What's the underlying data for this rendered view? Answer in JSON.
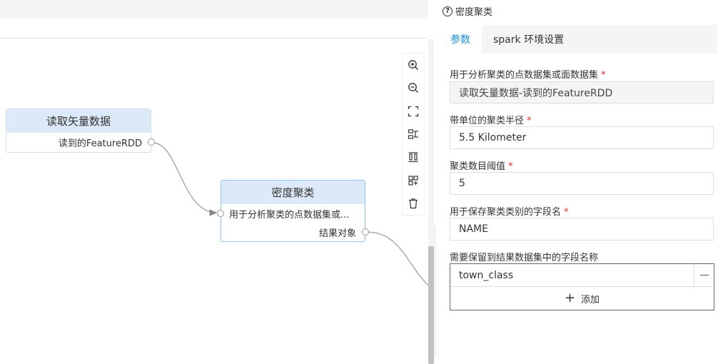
{
  "canvas": {
    "nodes": {
      "read": {
        "title": "读取矢量数据",
        "output_label": "读到的FeatureRDD"
      },
      "cluster": {
        "title": "密度聚类",
        "input_label": "用于分析聚类的点数据集或...",
        "output_label": "结果对象"
      }
    },
    "toolbar": [
      {
        "name": "zoom-in-icon"
      },
      {
        "name": "zoom-out-icon"
      },
      {
        "name": "fit-view-icon"
      },
      {
        "name": "align-horizontal-icon"
      },
      {
        "name": "align-vertical-icon"
      },
      {
        "name": "auto-layout-icon"
      },
      {
        "name": "delete-icon"
      }
    ]
  },
  "panel": {
    "title": "密度聚类",
    "tabs": [
      "参数",
      "spark 环境设置"
    ],
    "active_tab": 0,
    "fields": {
      "input_dataset": {
        "label": "用于分析聚类的点数据集或面数据集",
        "value": "读取矢量数据-读到的FeatureRDD"
      },
      "radius": {
        "label": "带单位的聚类半径",
        "value": "5.5 Kilometer"
      },
      "min_points": {
        "label": "聚类数目阈值",
        "value": "5"
      },
      "cluster_field": {
        "label": "用于保存聚类类别的字段名",
        "value": "NAME"
      },
      "keep_fields": {
        "label": "需要保留到结果数据集中的字段名称",
        "items": [
          "town_class"
        ],
        "add_label": "添加"
      }
    },
    "required_mark": "*"
  },
  "colors": {
    "accent": "#1a8bd6",
    "node_header": "#dce9f8",
    "required": "#e23"
  }
}
